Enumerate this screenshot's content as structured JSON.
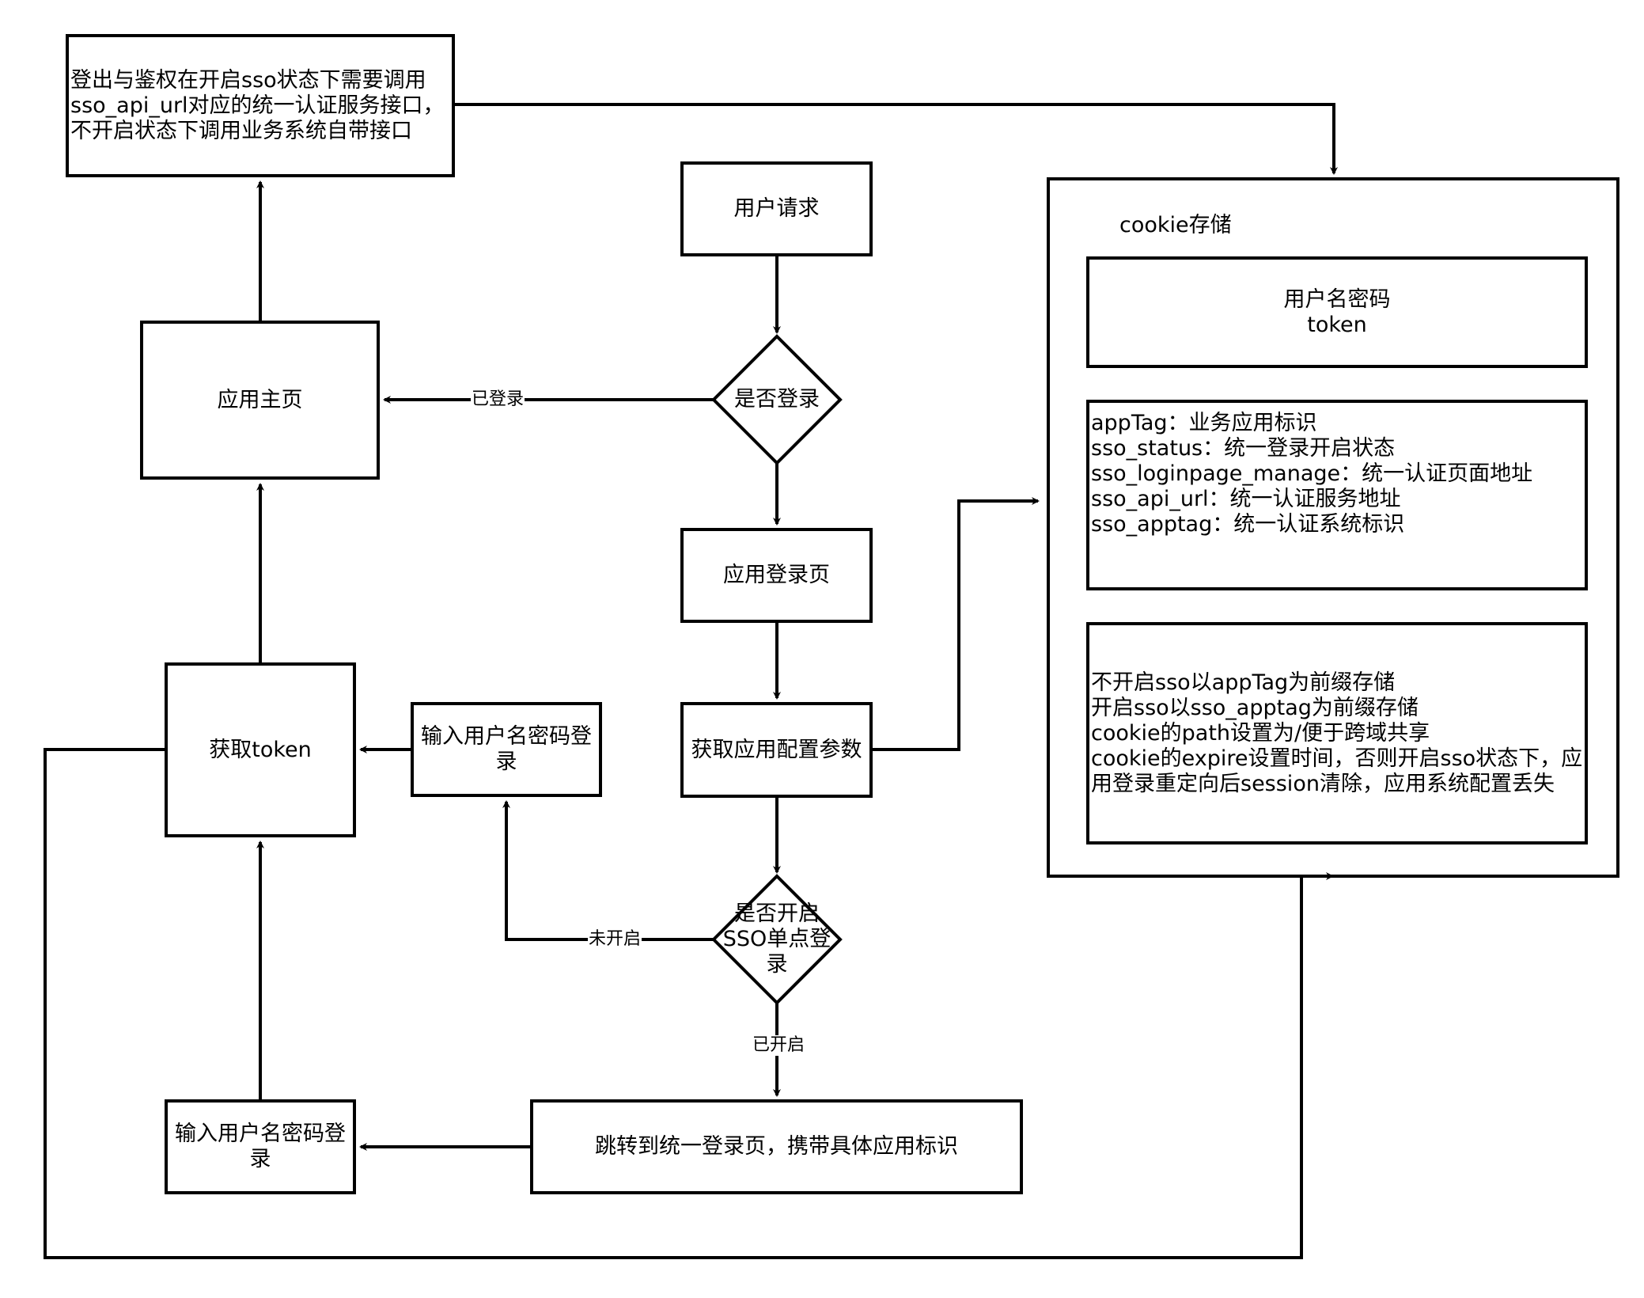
{
  "diagram": {
    "nodes": {
      "auth_note": {
        "lines": [
          "登出与鉴权在开启sso状态下需要调用",
          "sso_api_url对应的统一认证服务接口，",
          "不开启状态下调用业务系统自带接口"
        ]
      },
      "user_request": {
        "label": "用户请求"
      },
      "is_logged_in": {
        "label": "是否登录"
      },
      "app_home": {
        "label": "应用主页"
      },
      "app_login_page": {
        "label": "应用登录页"
      },
      "get_app_config": {
        "label": "获取应用配置参数"
      },
      "sso_enabled": {
        "lines": [
          "是否开启",
          "SSO单点登",
          "录"
        ]
      },
      "input_credentials_upper": {
        "lines": [
          "输入用户名密码登",
          "录"
        ]
      },
      "get_token": {
        "label": "获取token"
      },
      "input_credentials_lower": {
        "lines": [
          "输入用户名密码登",
          "录"
        ]
      },
      "redirect_unified_login": {
        "label": "跳转到统一登录页，携带具体应用标识"
      }
    },
    "cookie_container": {
      "title": "cookie存储",
      "box_credentials": {
        "lines": [
          "用户名密码",
          "token"
        ]
      },
      "box_params": {
        "lines": [
          "appTag：业务应用标识",
          "sso_status：统一登录开启状态",
          "sso_loginpage_manage：统一认证页面地址",
          "sso_api_url：统一认证服务地址",
          "sso_apptag：统一认证系统标识"
        ]
      },
      "box_rules": {
        "lines": [
          "不开启sso以appTag为前缀存储",
          "开启sso以sso_apptag为前缀存储",
          "cookie的path设置为/便于跨域共享",
          "cookie的expire设置时间，否则开启sso状态下，应",
          "用登录重定向后session清除，应用系统配置丢失"
        ]
      }
    },
    "edge_labels": {
      "logged_in": "已登录",
      "not_enabled": "未开启",
      "enabled": "已开启"
    },
    "colors": {
      "stroke": "#000000",
      "background": "#ffffff"
    }
  }
}
